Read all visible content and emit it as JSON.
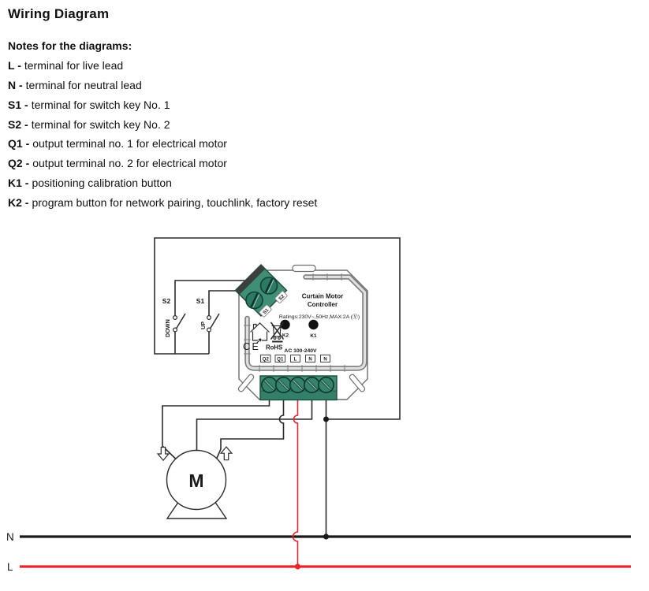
{
  "page": {
    "title": "Wiring Diagram"
  },
  "notes": {
    "heading": "Notes for the diagrams:",
    "items": [
      {
        "term": "L -",
        "desc": "terminal for live lead"
      },
      {
        "term": "N -",
        "desc": "terminal for neutral lead"
      },
      {
        "term": "S1 -",
        "desc": "terminal for switch key No. 1"
      },
      {
        "term": "S2 -",
        "desc": "terminal for switch key No. 2"
      },
      {
        "term": "Q1 -",
        "desc": "output terminal no. 1 for electrical motor"
      },
      {
        "term": "Q2 -",
        "desc": "output terminal no. 2 for electrical motor"
      },
      {
        "term": "K1 -",
        "desc": "positioning calibration button"
      },
      {
        "term": "K2 -",
        "desc": "program button for network pairing, touchlink, factory reset"
      }
    ]
  },
  "diagram": {
    "switches": {
      "s2": "S2",
      "s1": "S1",
      "down": "DOWN",
      "up": "UP"
    },
    "device": {
      "title_line1": "Curtain Motor",
      "title_line2": "Controller",
      "ratings": "Ratings:230V~,50Hz,MAX:2A (Ⓥ)",
      "k2": "K2",
      "k1": "K1",
      "ce": "CE",
      "rohs": "RoHS",
      "ac": "AC 100-240V",
      "terminals": [
        "Q2",
        "Q1",
        "L",
        "N",
        "N"
      ],
      "top_terminal_tags": [
        "S1",
        "S2"
      ]
    },
    "motor_label": "M",
    "bus": {
      "n": "N",
      "l": "L"
    },
    "colors": {
      "live": "#e8252c",
      "neutral": "#1a1a1a",
      "terminal_green": "#3f8f77",
      "wire": "#2b2b2b"
    }
  }
}
